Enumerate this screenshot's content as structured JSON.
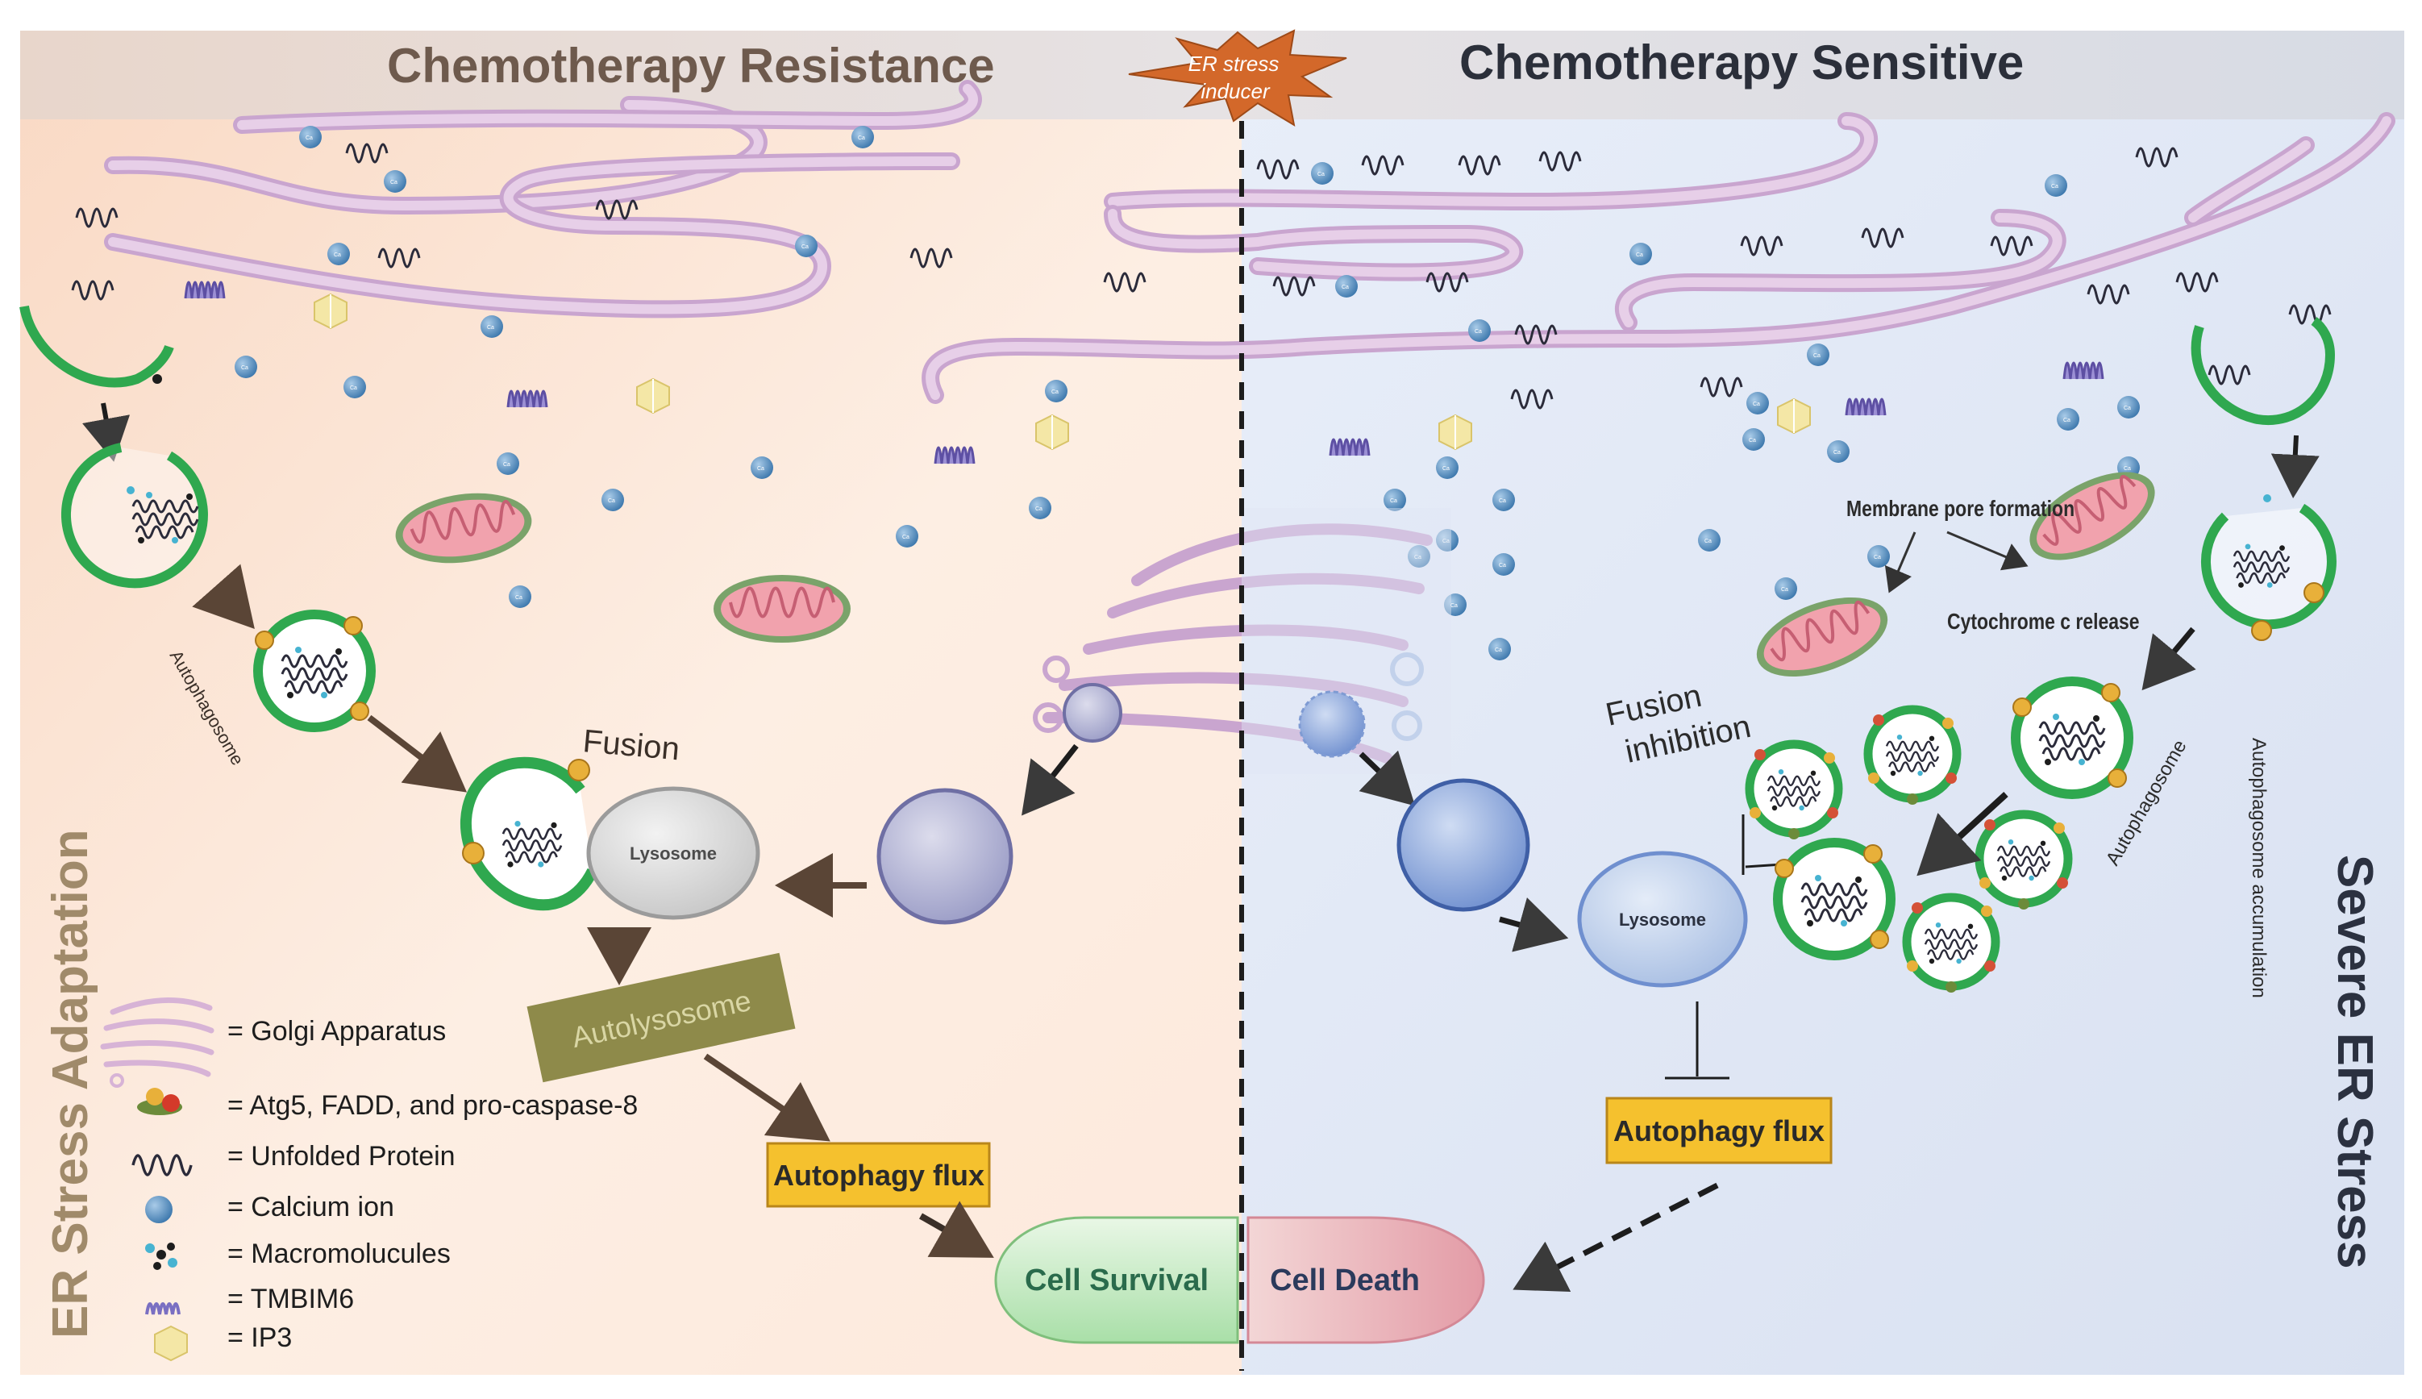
{
  "header": {
    "left_title": "Chemotherapy Resistance",
    "right_title": "Chemotherapy Sensitive",
    "inducer_label_line1": "ER stress",
    "inducer_label_line2": "inducer"
  },
  "side_labels": {
    "left": "ER Stress Adaptation",
    "right": "Severe ER Stress",
    "autophagosome_accumulation": "Autophagosome accumulation"
  },
  "left_panel": {
    "autophagosome_label": "Autophagosome",
    "fusion_label": "Fusion",
    "lysosome_label": "Lysosome",
    "autolysosome_label": "Autolysosome",
    "autophagy_flux_label": "Autophagy flux"
  },
  "right_panel": {
    "membrane_pore_label": "Membrane pore formation",
    "cytochrome_label": "Cytochrome c  release",
    "fusion_inhibition_line1": "Fusion",
    "fusion_inhibition_line2": "inhibition",
    "lysosome_label": "Lysosome",
    "autophagosome_label": "Autophagosome",
    "autophagy_flux_label": "Autophagy flux"
  },
  "outcomes": {
    "survival": "Cell Survival",
    "death": "Cell Death"
  },
  "legend": [
    {
      "icon": "golgi-icon",
      "label": "= Golgi Apparatus"
    },
    {
      "icon": "protein-complex-icon",
      "label": "= Atg5, FADD, and pro-caspase-8"
    },
    {
      "icon": "unfolded-protein-icon",
      "label": "= Unfolded Protein"
    },
    {
      "icon": "calcium-ion-icon",
      "label": "= Calcium ion"
    },
    {
      "icon": "macromolecule-icon",
      "label": "= Macromolucules"
    },
    {
      "icon": "tmbim6-icon",
      "label": "= TMBIM6"
    },
    {
      "icon": "ip3-icon",
      "label": "= IP3"
    }
  ],
  "colors": {
    "left_bg_top": "#fbe3d3",
    "right_bg": "#dfe6f5",
    "er_membrane": "#c9a5cf",
    "autophagosome_green": "#2fa84f",
    "flux_box": "#f5c12e",
    "autolysosome_box": "#8e8a4a",
    "survival_green": "#bfe8c3",
    "death_pink": "#e8a9b4",
    "side_text_left": "#a08a6a",
    "side_text_right": "#2b3140"
  }
}
